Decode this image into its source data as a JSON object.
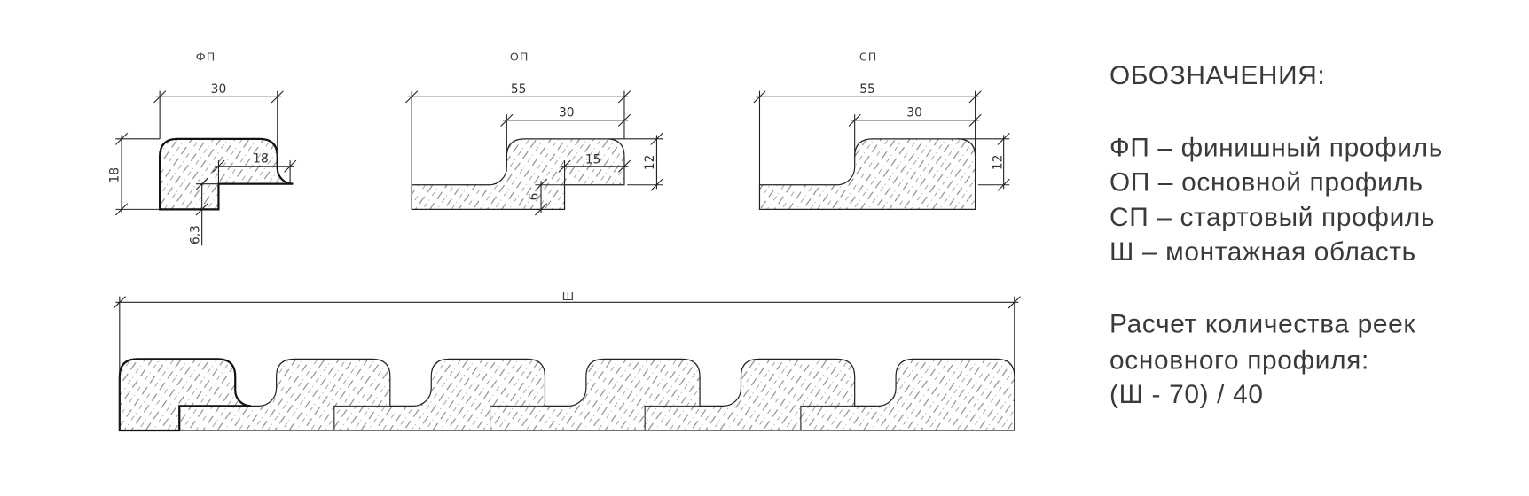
{
  "profiles": {
    "fp": {
      "label": "ФП",
      "width_dim": "30",
      "tongue_dim": "18",
      "height_dim": "18",
      "step_dim": "6,3"
    },
    "op": {
      "label": "ОП",
      "total_dim": "55",
      "top_dim": "30",
      "tongue_dim": "15",
      "step_dim": "6",
      "height_dim": "12"
    },
    "sp": {
      "label": "СП",
      "total_dim": "55",
      "top_dim": "30",
      "height_dim": "12"
    }
  },
  "assembly": {
    "width_label": "Ш"
  },
  "legend": {
    "title": "ОБОЗНАЧЕНИЯ:",
    "items": [
      "ФП – финишный профиль",
      "ОП – основной профиль",
      "СП – стартовый профиль",
      "Ш – монтажная область"
    ],
    "formula_lines": [
      "Расчет количества реек",
      "основного профиля:",
      "(Ш - 70) / 40"
    ]
  },
  "colors": {
    "line": "#222222",
    "hatch": "#777777",
    "text": "#3a3a3a"
  }
}
